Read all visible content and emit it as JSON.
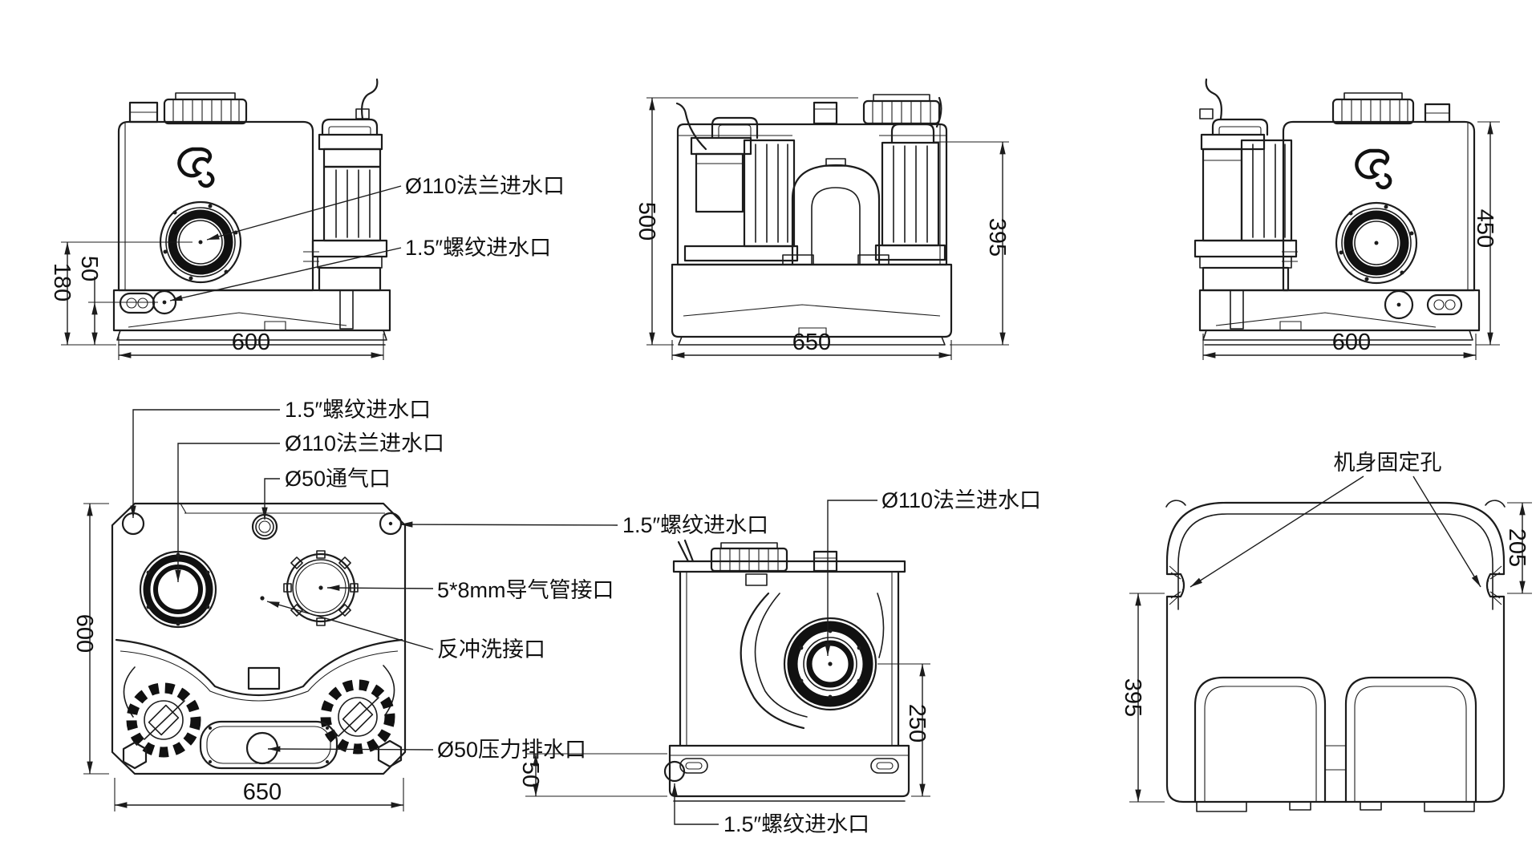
{
  "views": {
    "a": {
      "labels": {
        "flange": "Ø110法兰进水口",
        "thread": "1.5″螺纹进水口"
      },
      "dims": {
        "flange_height": "180",
        "thread_height": "50",
        "width": "600"
      }
    },
    "b": {
      "dims": {
        "height": "500",
        "pump_top_height": "395",
        "width": "650"
      }
    },
    "c": {
      "dims": {
        "height": "450",
        "width": "600"
      }
    },
    "d": {
      "labels": {
        "thread_left": "1.5″螺纹进水口",
        "flange": "Ø110法兰进水口",
        "vent": "Ø50通气口",
        "thread_right": "1.5″螺纹进水口",
        "air_tube": "5*8mm导气管接口",
        "backflush": "反冲洗接口",
        "outlet": "Ø50压力排水口"
      },
      "dims": {
        "depth": "600",
        "width": "650"
      }
    },
    "e": {
      "labels": {
        "flange": "Ø110法兰进水口",
        "thread": "1.5″螺纹进水口"
      },
      "dims": {
        "lug_height": "50",
        "flange_height": "250"
      }
    },
    "f": {
      "labels": {
        "fixing_holes": "机身固定孔"
      },
      "dims": {
        "hole_top": "205",
        "hole_bottom": "395"
      }
    }
  }
}
